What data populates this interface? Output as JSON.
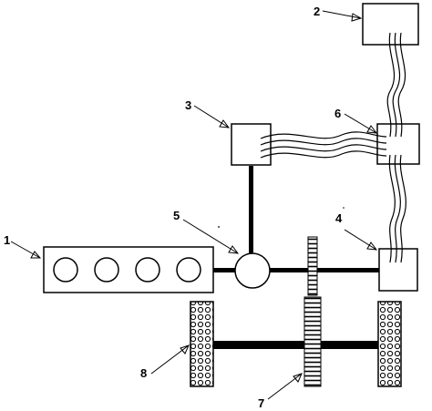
{
  "labels": {
    "l1": "1",
    "l2": "2",
    "l3": "3",
    "l4": "4",
    "l5": "5",
    "l6": "6",
    "l7": "7",
    "l8": "8"
  },
  "colors": {
    "stroke": "#000000",
    "fill": "#ffffff"
  },
  "engine": {
    "cylinder_count": 4
  }
}
